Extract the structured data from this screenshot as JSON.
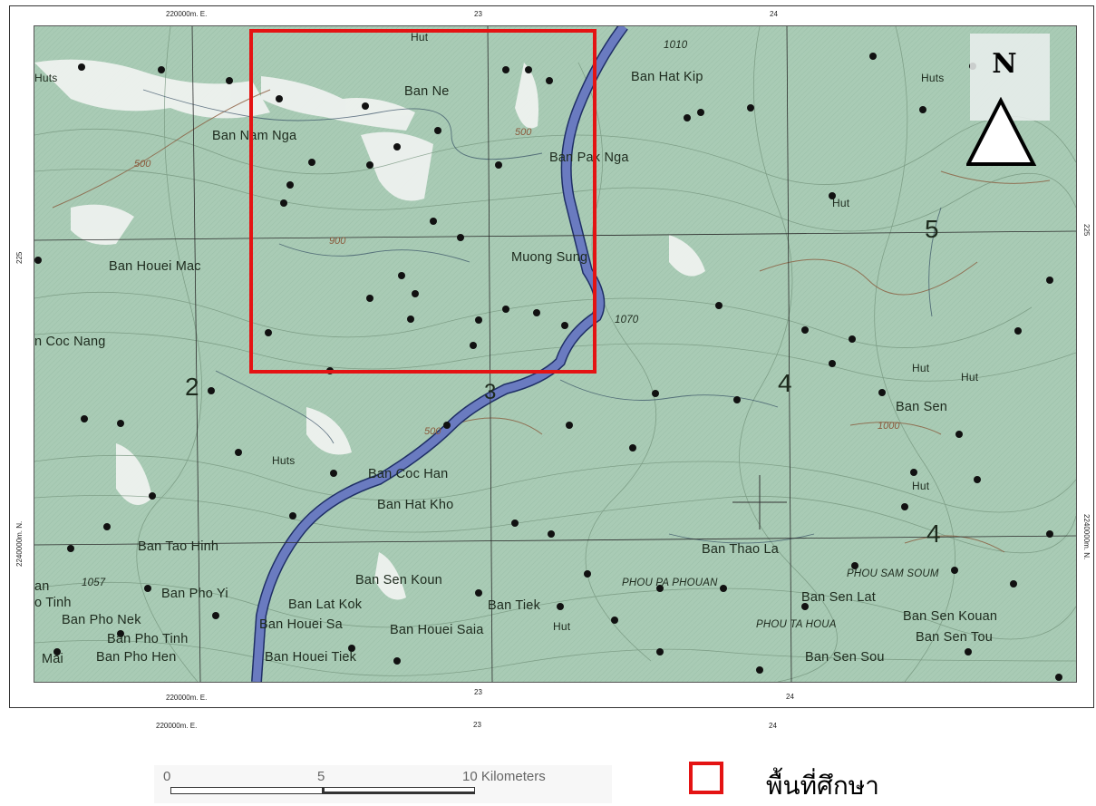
{
  "coords": {
    "top_left": "220000m. E.",
    "top_mid": "23",
    "top_right": "24",
    "bottom_left": "220000m. E.",
    "bottom_mid": "23",
    "bottom_right": "24",
    "outer_left": "220000m. E.",
    "outer_mid": "23",
    "outer_right": "24",
    "left_225": "225",
    "right_225": "225",
    "left_north": "2240000m. N.",
    "right_north": "2240000m. N."
  },
  "north_arrow": {
    "letter": "N"
  },
  "grid_numbers": {
    "g2": "2",
    "g3": "3",
    "g4": "4",
    "g5": "5",
    "g4b": "4"
  },
  "places": {
    "huts_nw": "Huts",
    "hut_top": "Hut",
    "ban_ne": "Ban Ne",
    "ban_hat_kip": "Ban Hat Kip",
    "huts_ne": "Huts",
    "ban_nam_nga": "Ban Nam Nga",
    "ban_pak_nga": "Ban Pak Nga",
    "hut_e": "Hut",
    "ban_houei_mac": "Ban Houei Mac",
    "muong_sung": "Muong Sung",
    "coc_nang": "n Coc Nang",
    "hut_e2": "Hut",
    "hut_e3": "Hut",
    "ban_sen": "Ban Sen",
    "huts_mid": "Huts",
    "ban_coc_han": "Ban Coc Han",
    "ban_hat_kho": "Ban Hat Kho",
    "hut_se": "Hut",
    "ban_tao_hinh": "Ban Tao Hinh",
    "ban_thao_la": "Ban Thao La",
    "ban_sen_koun": "Ban Sen Koun",
    "phou_pa_phouan": "PHOU PA PHOUAN",
    "phou_sam_soum": "PHOU SAM SOUM",
    "ban_pho_yi": "Ban Pho Yi",
    "ban_lat_kok": "Ban Lat Kok",
    "ban_tiek": "Ban Tiek",
    "ban_sen_lat": "Ban Sen Lat",
    "an": "an",
    "o_tinh": "o Tinh",
    "ban_pho_nek": "Ban Pho Nek",
    "ban_houei_sa": "Ban Houei Sa",
    "ban_houei_saia": "Ban Houei Saia",
    "hut_s": "Hut",
    "phou_ta_houa": "PHOU TA HOUA",
    "ban_sen_kouan": "Ban Sen Kouan",
    "ban_pho_tinh": "Ban Pho Tinh",
    "ban_sen_tou": "Ban Sen Tou",
    "mai": "Mai",
    "ban_pho_hen": "Ban Pho Hen",
    "ban_houei_tiek": "Ban Houei Tiek",
    "ban_sen_sou": "Ban Sen Sou",
    "elev_1010": "1010",
    "elev_1070": "1070",
    "elev_1057": "1057",
    "c500a": "500",
    "c500b": "500",
    "c500c": "500",
    "c900": "900",
    "c1000": "1000"
  },
  "scale": {
    "l0": "0",
    "l5": "5",
    "l10": "10 Kilometers"
  },
  "legend": {
    "study_area": "พื้นที่ศึกษา"
  },
  "colors": {
    "map_fill": "#a9cbb5",
    "study_box": "#e41313",
    "river": "#5f6fb0",
    "contour_index": "#8a5a3c"
  }
}
